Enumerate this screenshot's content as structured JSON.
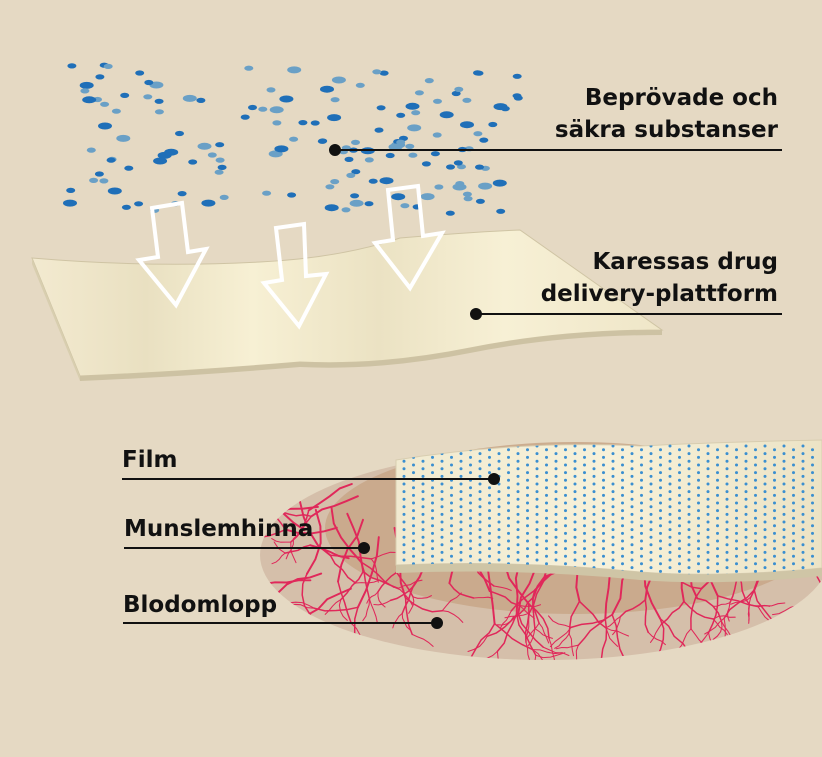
{
  "labels": {
    "substances": {
      "line1": "Beprövade och",
      "line2": "säkra substanser"
    },
    "platform": {
      "line1": "Karessas drug",
      "line2": "delivery-plattform"
    },
    "film": "Film",
    "mucosa": "Munslemhinna",
    "blood": "Blodomlopp"
  },
  "colors": {
    "background": "#e5d9c3",
    "sheet": "#f6efd0",
    "particle_dark": "#1f6fb8",
    "particle_light": "#6aa0c6",
    "blood_vessel": "#e0285a",
    "mucosa_outer": "#d3bca7",
    "mucosa_inner": "#c8a587",
    "leader_line": "#111111"
  }
}
